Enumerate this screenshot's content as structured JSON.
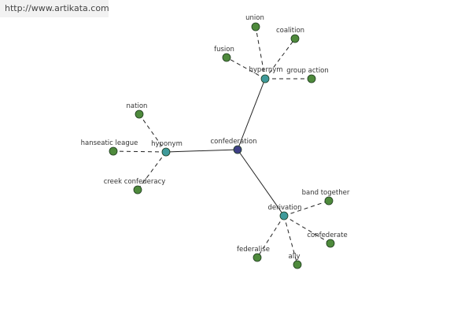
{
  "watermark": "http://www.artikata.com",
  "colors": {
    "center": "#3e3f86",
    "relation": "#3f9a9a",
    "leaf": "#4e8a3c",
    "edge": "#222222"
  },
  "graph": {
    "center": {
      "id": "confederation",
      "label": "confederation"
    },
    "relations": [
      {
        "id": "hypernym",
        "label": "hypernym",
        "words": [
          {
            "id": "union",
            "label": "union"
          },
          {
            "id": "coalition",
            "label": "coalition"
          },
          {
            "id": "fusion",
            "label": "fusion"
          },
          {
            "id": "group-action",
            "label": "group action"
          }
        ]
      },
      {
        "id": "hyponym",
        "label": "hyponym",
        "words": [
          {
            "id": "nation",
            "label": "nation"
          },
          {
            "id": "hanseatic-league",
            "label": "hanseatic league"
          },
          {
            "id": "creek-confederacy",
            "label": "creek confederacy"
          }
        ]
      },
      {
        "id": "derivation",
        "label": "derivation",
        "words": [
          {
            "id": "band-together",
            "label": "band together"
          },
          {
            "id": "confederate",
            "label": "confederate"
          },
          {
            "id": "federalise",
            "label": "federalise"
          },
          {
            "id": "ally",
            "label": "ally"
          }
        ]
      }
    ]
  }
}
